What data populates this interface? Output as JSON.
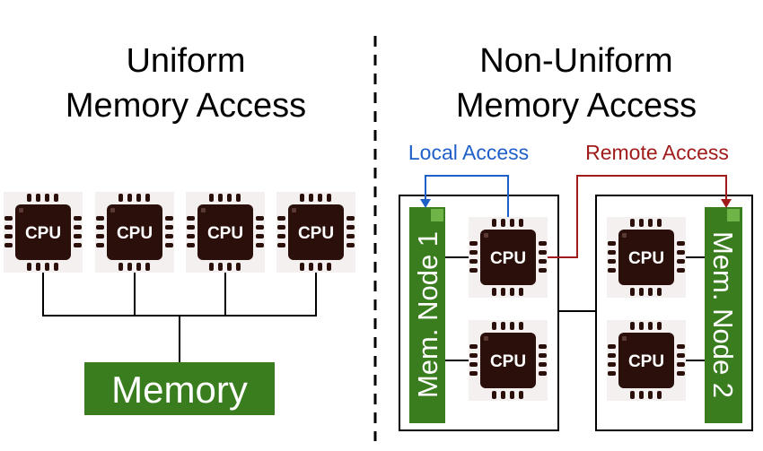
{
  "uma": {
    "title_line1": "Uniform",
    "title_line2": "Memory Access",
    "cpus": [
      "CPU",
      "CPU",
      "CPU",
      "CPU"
    ],
    "memory_label": "Memory"
  },
  "numa": {
    "title_line1": "Non-Uniform",
    "title_line2": "Memory Access",
    "local_access_label": "Local Access",
    "remote_access_label": "Remote Access",
    "node1_label": "Mem. Node 1",
    "node2_label": "Mem. Node 2",
    "node1_cpus": [
      "CPU",
      "CPU"
    ],
    "node2_cpus": [
      "CPU",
      "CPU"
    ]
  },
  "colors": {
    "cpu_body": "#2b0f0a",
    "memory_green": "#3a7d1e",
    "memory_green_light": "#5fa33a",
    "local_access": "#1f5fc8",
    "remote_access": "#a01c1c",
    "line": "#000000"
  }
}
